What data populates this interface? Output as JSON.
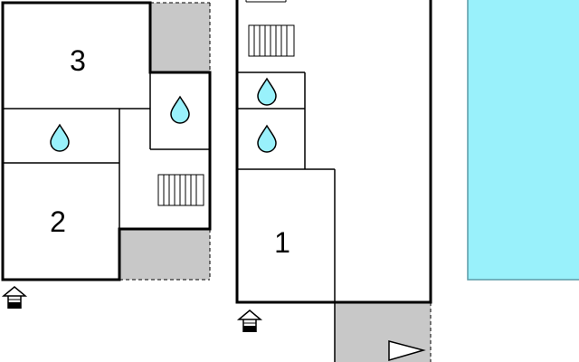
{
  "floorplan": {
    "room_labels": {
      "room_1": "1",
      "room_2": "2",
      "room_3": "3"
    },
    "icons": {
      "bathroom": "water-drop-icon",
      "stairs": "stairs-icon",
      "entrance": "house-entrance-icon",
      "compass": "north-arrow-icon"
    },
    "colors": {
      "wall": "#000000",
      "terrace": "#c8c8c8",
      "pool": "#99f1fb",
      "pool_border": "#5a9aa6",
      "water_drop": "#99f1fb",
      "background": "#ffffff"
    }
  }
}
